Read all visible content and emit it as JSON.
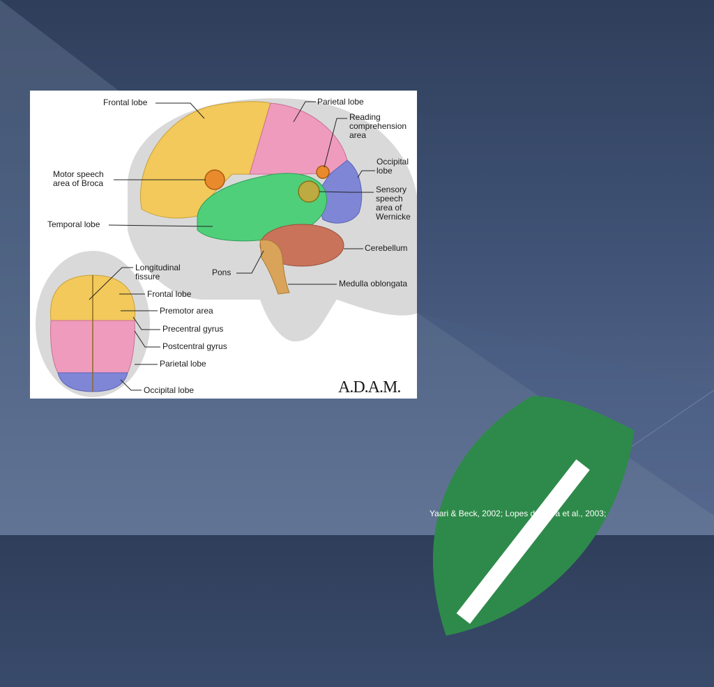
{
  "figure": {
    "lateral_labels": {
      "frontal_lobe": "Frontal lobe",
      "parietal_lobe": "Parietal lobe",
      "reading_area": "Reading\ncomprehension\narea",
      "occipital_lobe": "Occipital\nlobe",
      "broca": "Motor speech\narea of Broca",
      "wernicke": "Sensory\nspeech\narea of\nWernicke",
      "temporal_lobe": "Temporal lobe",
      "cerebellum": "Cerebellum",
      "pons": "Pons",
      "medulla": "Medulla oblongata"
    },
    "top_labels": {
      "longitudinal_fissure": "Longitudinal\nfissure",
      "frontal_lobe": "Frontal lobe",
      "premotor_area": "Premotor area",
      "precentral_gyrus": "Precentral gyrus",
      "postcentral_gyrus": "Postcentral gyrus",
      "parietal_lobe": "Parietal lobe",
      "occipital_lobe": "Occipital lobe"
    },
    "logo": "A.D.A.M.",
    "colors": {
      "frontal": "#f2c95a",
      "parietal": "#ef9bbd",
      "temporal": "#4fcf7a",
      "occipital": "#7f86d6",
      "cerebellum": "#c8735a",
      "brainstem": "#d9a45a",
      "highlight": "#e98a2c"
    }
  },
  "citation": "Yaari & Beck, 2002; Lopes da Silva et al., 2003;"
}
